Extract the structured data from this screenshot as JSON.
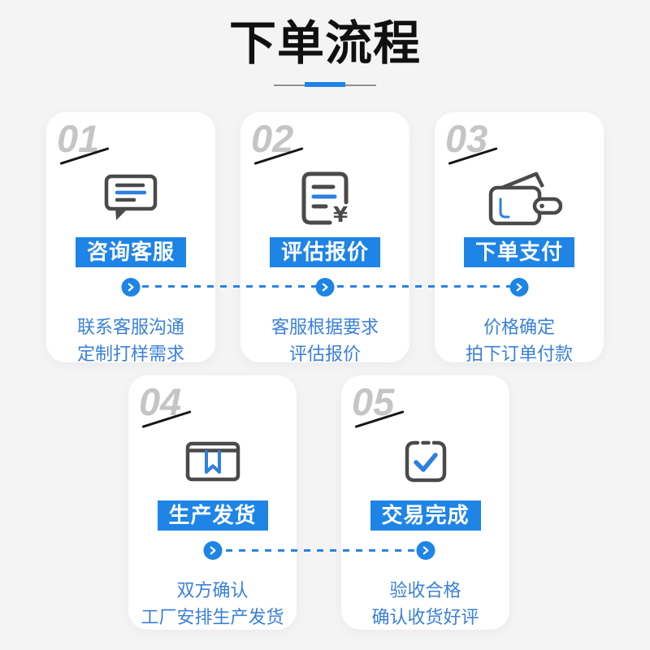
{
  "page": {
    "title": "下单流程"
  },
  "colors": {
    "bg": "#f4f4f5",
    "card_bg": "#ffffff",
    "title_color": "#101010",
    "line_gray": "#909090",
    "accent": "#1e84e6",
    "dash_blue": "#2b82e0",
    "icon_dark": "#4a4a4a",
    "icon_blue": "#2e80df",
    "desc_blue": "#3a80d9",
    "num_gray": "#c5c5c7",
    "slash_color": "#161616"
  },
  "steps": [
    {
      "num": "01",
      "icon": "chat-bubble-icon",
      "button": "咨询客服",
      "desc1": "联系客服沟通",
      "desc2": "定制打样需求"
    },
    {
      "num": "02",
      "icon": "quote-document-icon",
      "button": "评估报价",
      "desc1": "客服根据要求",
      "desc2": "评估报价"
    },
    {
      "num": "03",
      "icon": "wallet-icon",
      "button": "下单支付",
      "desc1": "价格确定",
      "desc2": "拍下订单付款"
    },
    {
      "num": "04",
      "icon": "package-box-icon",
      "button": "生产发货",
      "desc1": "双方确认",
      "desc2": "工厂安排生产发货"
    },
    {
      "num": "05",
      "icon": "check-box-icon",
      "button": "交易完成",
      "desc1": "验收合格",
      "desc2": "确认收货好评"
    }
  ]
}
